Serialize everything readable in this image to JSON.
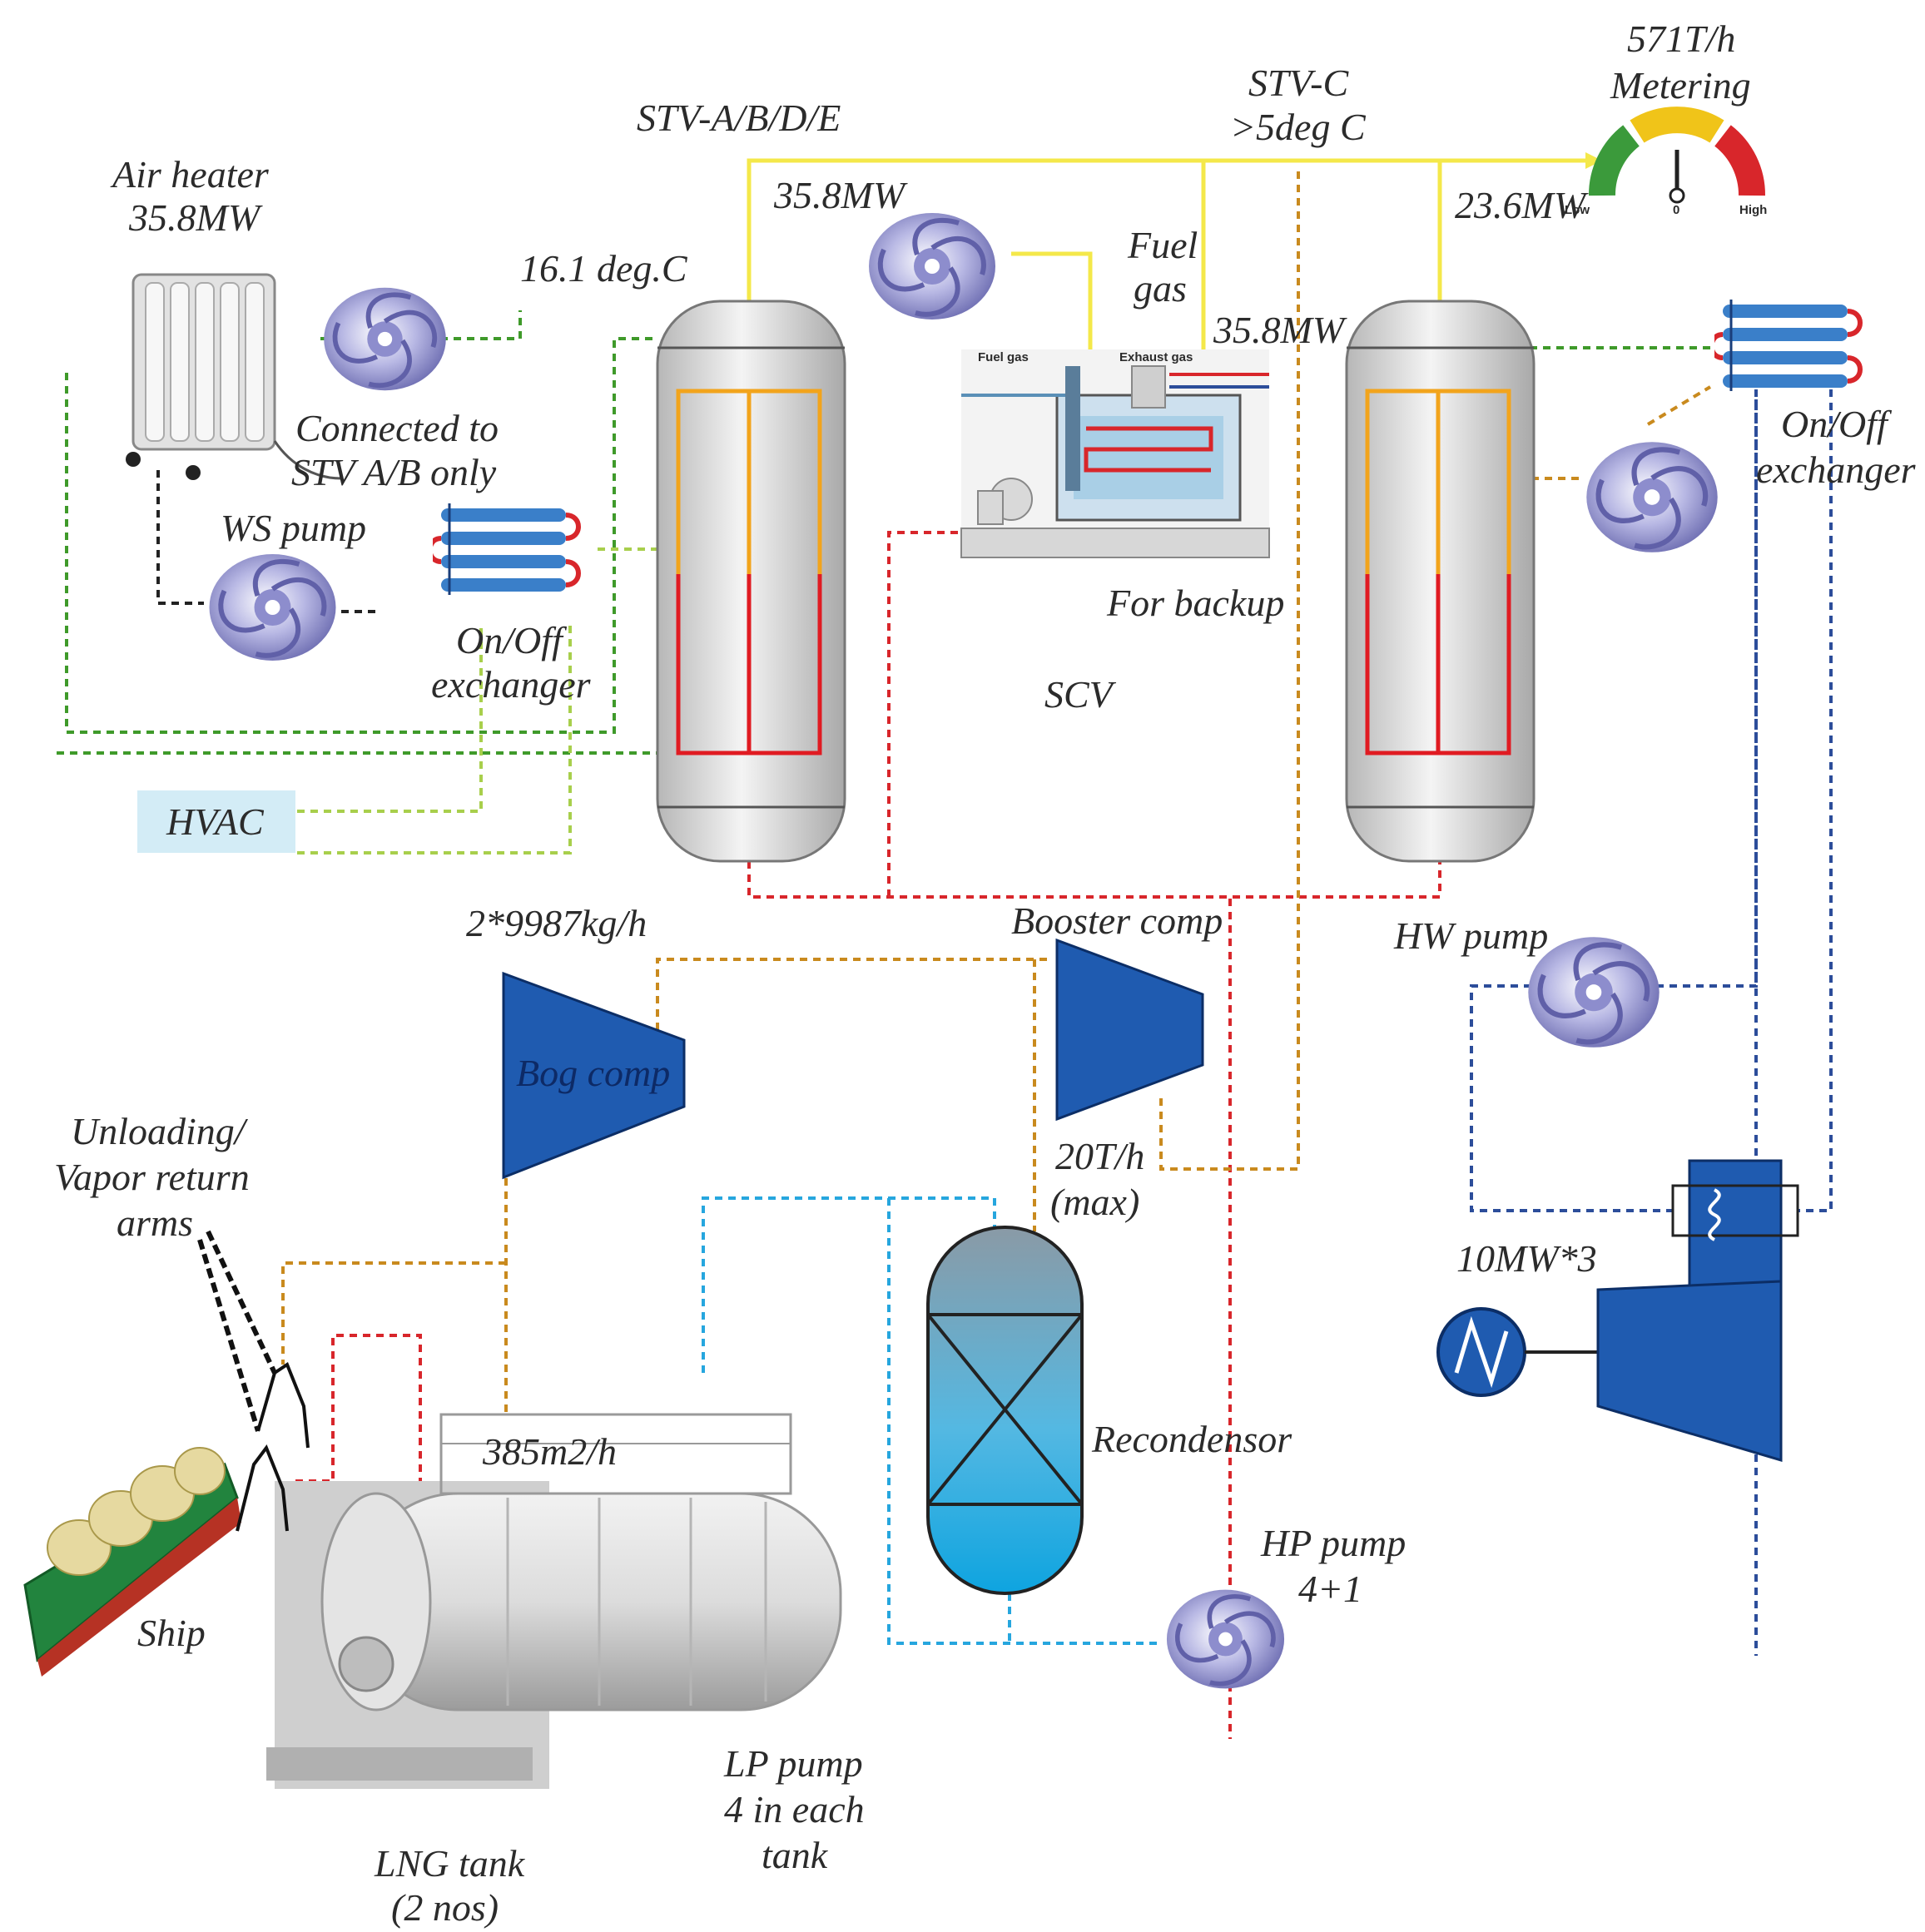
{
  "labels": {
    "air_heater": "Air heater",
    "air_heater_mw": "35.8MW",
    "stv_abde": "STV-A/B/D/E",
    "stv_c": "STV-C",
    "stv_c_temp": ">5deg C",
    "metering_flow": "571T/h",
    "metering": "Metering",
    "mw_left": "35.8MW",
    "temp_16": "16.1 deg.C",
    "fuel": "Fuel",
    "gas": "gas",
    "mw_mid": "35.8MW",
    "mw_right": "23.6MW",
    "connected_line1": "Connected to",
    "connected_line2": "STV A/B only",
    "ws_pump": "WS pump",
    "onoff_left_1": "On/Off",
    "onoff_left_2": "exchanger",
    "onoff_right_1": "On/Off",
    "onoff_right_2": "exchanger",
    "for_backup": "For backup",
    "scv": "SCV",
    "hvac": "HVAC",
    "bog_flow": "2*9987kg/h",
    "booster_comp": "Booster comp",
    "hw_pump": "HW pump",
    "bog_comp": "Bog comp",
    "unloading_1": "Unloading/",
    "unloading_2": "Vapor return",
    "unloading_3": "arms",
    "booster_flow_1": "20T/h",
    "booster_flow_2": "(max)",
    "gen_mw": "10MW*3",
    "tank_flow": "385m2/h",
    "recondensor": "Recondensor",
    "hp_pump_1": "HP pump",
    "hp_pump_2": "4+1",
    "ship": "Ship",
    "lp_pump_1": "LP pump",
    "lp_pump_2": "4 in each",
    "lp_pump_3": "tank",
    "lng_tank_1": "LNG tank",
    "lng_tank_2": "(2 nos)",
    "gauge_low": "Low",
    "gauge_high": "High",
    "gauge_zero": "0"
  },
  "line_colors": {
    "natural_gas_out": "#f4e84a",
    "water_glycol_loop": "#3f9a2a",
    "hvac_loop": "#a8cf4c",
    "lng_high_pressure": "#d8262b",
    "boil_off_gas": "#c98a1e",
    "hot_water_loop": "#2c4d9a",
    "lng_low_pressure": "#26a6de"
  },
  "icons": {
    "pump": "pump-impeller-icon",
    "heat_exchanger": "coil-heat-exchanger-icon",
    "vaporizer": "vertical-vaporizer-vessel-icon",
    "compressor": "compressor-trapezoid-icon",
    "generator": "ac-generator-icon",
    "gauge": "metering-gauge-icon",
    "tank": "lng-storage-tank-icon",
    "ship": "lng-carrier-ship-icon",
    "air_heater": "radiator-icon",
    "scv": "submerged-combustion-vaporizer-icon"
  }
}
